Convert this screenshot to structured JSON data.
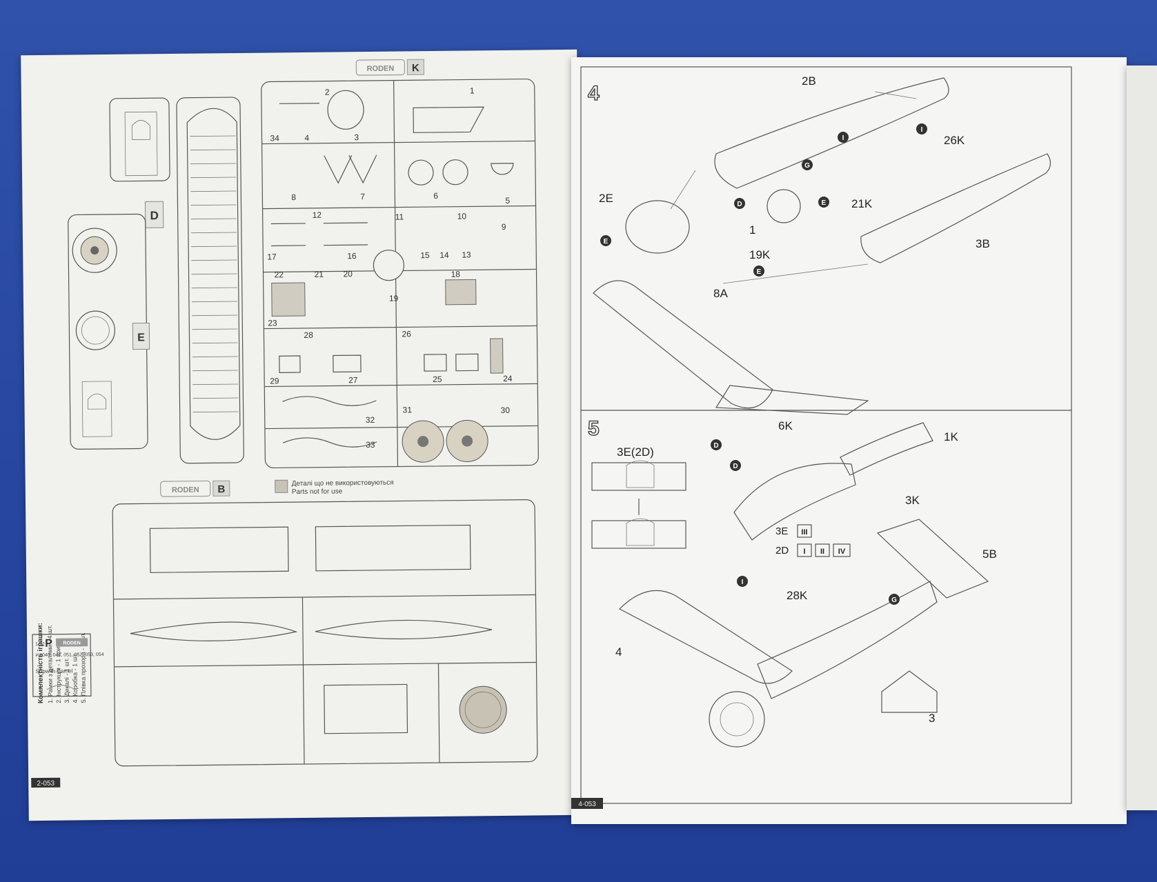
{
  "left_page": {
    "sprue_k": {
      "brand": "RODEN",
      "letter": "K"
    },
    "sprue_b": {
      "brand": "RODEN",
      "letter": "B"
    },
    "sprue_d_letter": "D",
    "sprue_e_letter": "E",
    "part_numbers": [
      "1",
      "2",
      "3",
      "4",
      "5",
      "6",
      "7",
      "8",
      "9",
      "10",
      "11",
      "12",
      "13",
      "14",
      "15",
      "16",
      "17",
      "18",
      "19",
      "20",
      "21",
      "22",
      "23",
      "24",
      "25",
      "26",
      "27",
      "28",
      "29",
      "30",
      "31",
      "32",
      "33",
      "34"
    ],
    "legend": {
      "line1": "Деталі що не використовуються",
      "line2": "Parts not for use"
    },
    "kit_contents": {
      "title": "Комплектність іграшки:",
      "items": [
        "1. Рамки з деталями - 4 шт.",
        "2. Інструкція - 1 прим.",
        "3. Декалі - 1 шт.",
        "4. Коробка - 1 шт.",
        "5. Плівка прозора - 1 шт."
      ]
    },
    "clear_part": {
      "brand": "RODEN",
      "letter": "P",
      "scale": "1/72",
      "kits": "## 040, 044, 051, 052, 053, 054",
      "model": "Sopwith Camel",
      "part": "1"
    },
    "page_number": "2-053"
  },
  "right_page": {
    "step4": {
      "number": "4",
      "labels": [
        "2B",
        "26K",
        "2E",
        "21K",
        "1",
        "3B",
        "19K",
        "8A"
      ],
      "markers": [
        "I",
        "I",
        "G",
        "D",
        "E",
        "E",
        "E"
      ]
    },
    "step5": {
      "number": "5",
      "labels": [
        "6K",
        "1K",
        "3E(2D)",
        "3K",
        "5B",
        "28K",
        "4",
        "3"
      ],
      "markers": [
        "D",
        "D",
        "I",
        "G"
      ],
      "roman_3e_label": "3E",
      "roman_3e": [
        "III"
      ],
      "roman_2d_label": "2D",
      "roman_2d": [
        "I",
        "II",
        "IV"
      ]
    },
    "page_number": "4-053"
  }
}
